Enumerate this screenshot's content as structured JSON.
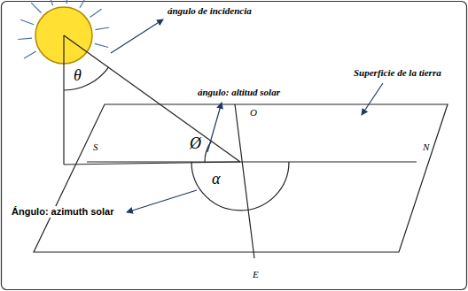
{
  "diagram": {
    "labels": [
      "ángulo de incidencia",
      "θ",
      "ángulo: altitud solar",
      "O",
      "Superficie de la tierra",
      "Ø",
      "S",
      "N",
      "α",
      "Ángulo: azimuth solar",
      "E"
    ]
  }
}
